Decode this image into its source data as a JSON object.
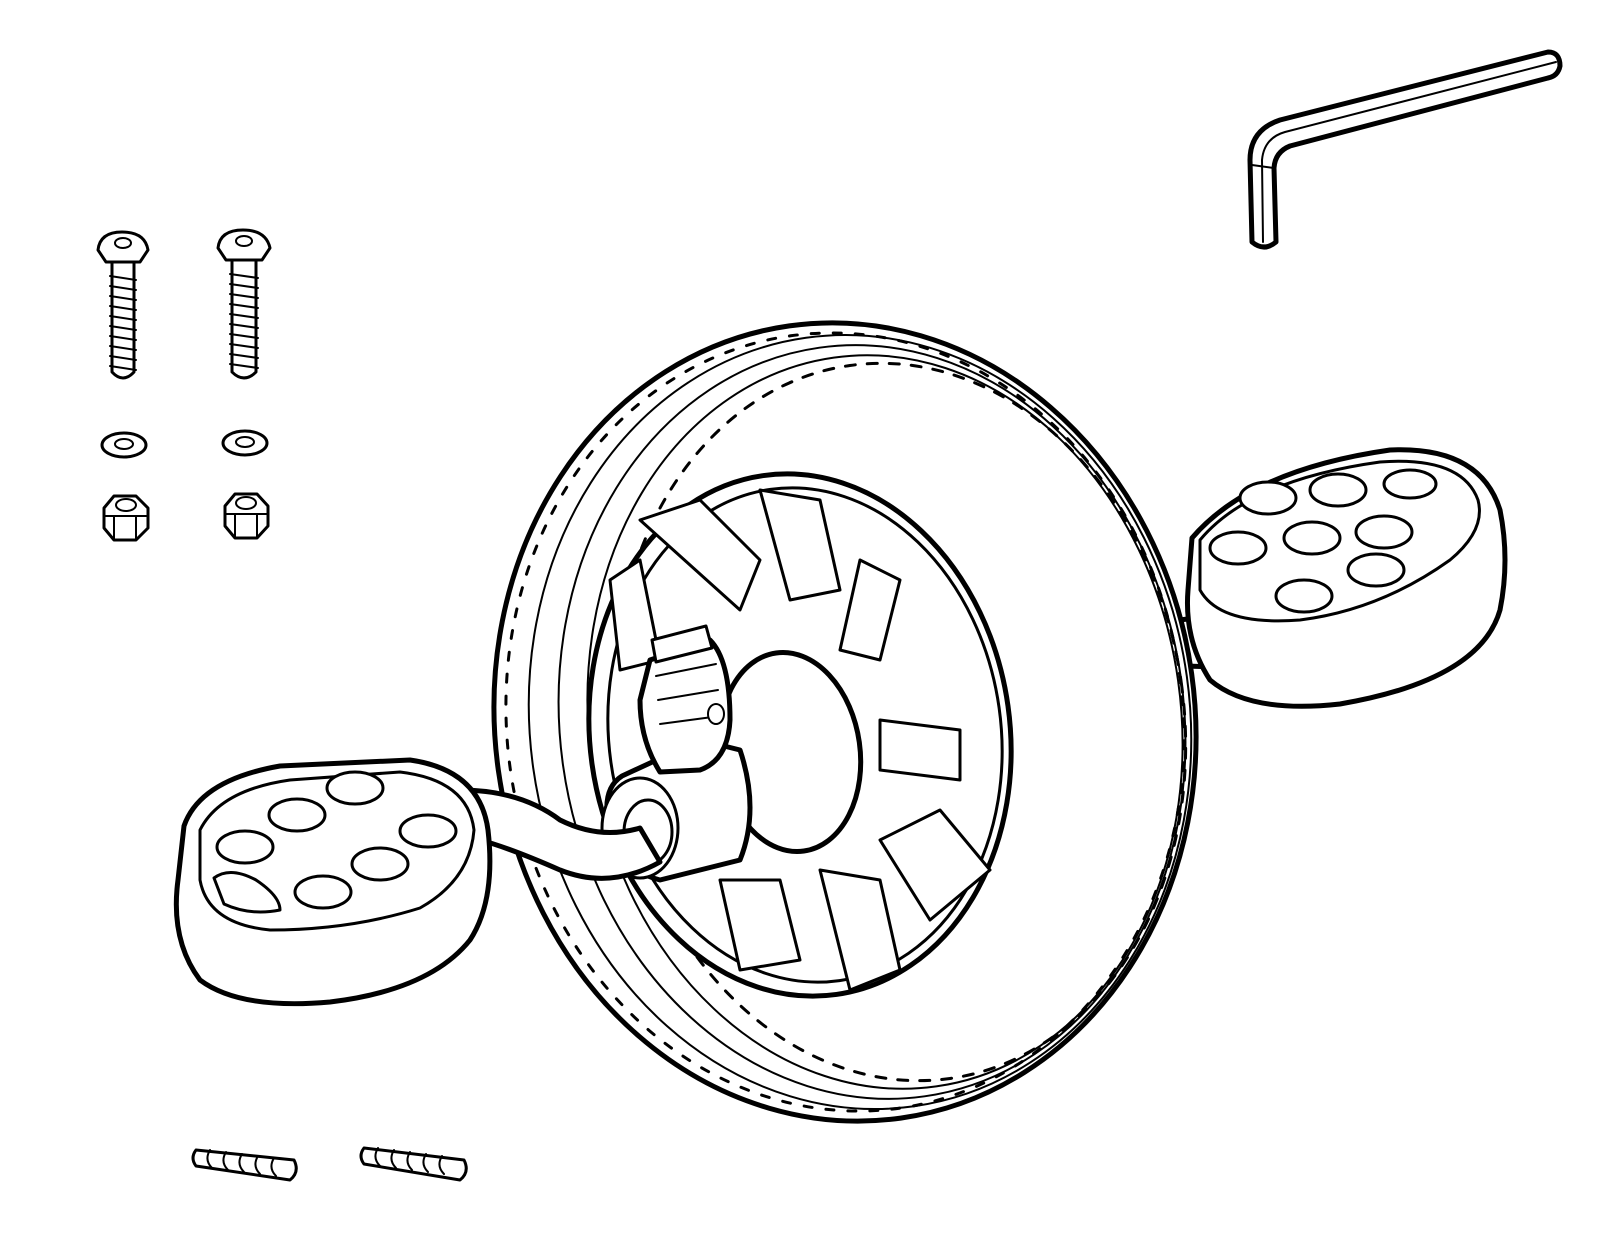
{
  "figure": {
    "parts": [
      {
        "name": "wheel",
        "icon": "wheel-icon"
      },
      {
        "name": "axle",
        "icon": "axle-icon"
      },
      {
        "name": "foot-pedal-left",
        "icon": "pedal-icon"
      },
      {
        "name": "foot-pedal-right",
        "icon": "pedal-icon"
      },
      {
        "name": "bolt",
        "count": 2,
        "icon": "bolt-icon"
      },
      {
        "name": "washer",
        "count": 2,
        "icon": "washer-icon"
      },
      {
        "name": "lock-nut",
        "count": 2,
        "icon": "nut-icon"
      },
      {
        "name": "hex-key",
        "count": 1,
        "icon": "hex-key-icon"
      },
      {
        "name": "grip-pin",
        "count": 2,
        "icon": "pin-icon"
      }
    ],
    "colors": {
      "line": "#000000",
      "fill": "#ffffff"
    }
  }
}
